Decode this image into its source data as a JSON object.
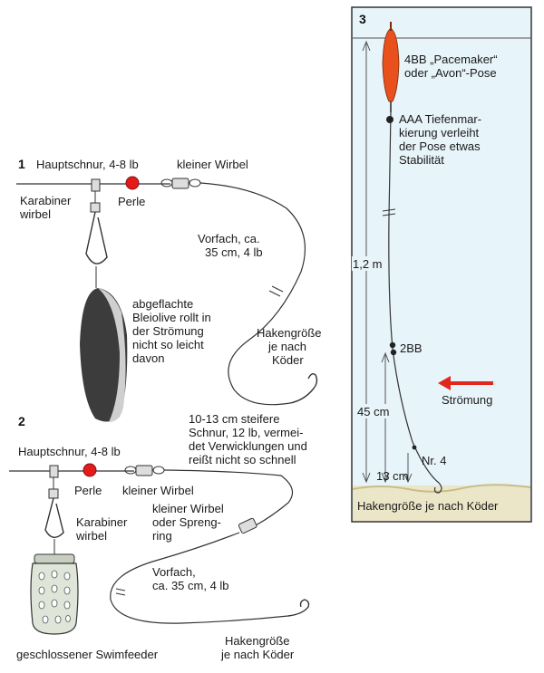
{
  "colors": {
    "water": "#e7f4fa",
    "water_border": "#333333",
    "float": "#e8501e",
    "bead": "#e21a1a",
    "arrow": "#e0281e",
    "sinker_dark": "#3c3c3c",
    "sinker_light": "#cfcfcf",
    "bed": "#ece6c8",
    "feeder": "#dfe6d9"
  },
  "panel1": {
    "number": "1",
    "main_line": "Hauptschnur, 4-8 lb",
    "small_swivel": "kleiner Wirbel",
    "clip_swivel": [
      "Karabiner",
      "wirbel"
    ],
    "bead": "Perle",
    "leader": [
      "Vorfach, ca.",
      "35 cm, 4 lb"
    ],
    "weight": [
      "abgeflachte",
      "Bleiolive rollt in",
      "der Strömung",
      "nicht so leicht",
      "davon"
    ],
    "hook_size": [
      "Hakengröße",
      "je nach",
      "Köder"
    ]
  },
  "panel2": {
    "number": "2",
    "main_line": "Hauptschnur, 4-8 lb",
    "stiff_line": [
      "10-13 cm steifere",
      "Schnur, 12 lb, vermei-",
      "det Verwicklungen und",
      "reißt nicht so schnell"
    ],
    "bead": "Perle",
    "small_swivel": "kleiner Wirbel",
    "clip_swivel": [
      "Karabiner",
      "wirbel"
    ],
    "swivel_or_ring": [
      "kleiner Wirbel",
      "oder Spreng-",
      "ring"
    ],
    "leader": [
      "Vorfach,",
      "ca. 35 cm, 4 lb"
    ],
    "feeder": "geschlossener Swimfeeder",
    "hook_size": [
      "Hakengröße",
      "je nach Köder"
    ]
  },
  "panel3": {
    "number": "3",
    "float": [
      "4BB „Pacemaker“",
      "oder „Avon“-Pose"
    ],
    "marker": [
      "AAA Tiefenmar-",
      "kierung verleiht",
      "der Pose etwas",
      "Stabilität"
    ],
    "depth_1": "1,2 m",
    "shot_2bb": "2BB",
    "depth_2": "45 cm",
    "current": "Strömung",
    "shot_no4": "Nr. 4",
    "depth_3": "13 cm",
    "hook_size": "Hakengröße je nach Köder"
  }
}
